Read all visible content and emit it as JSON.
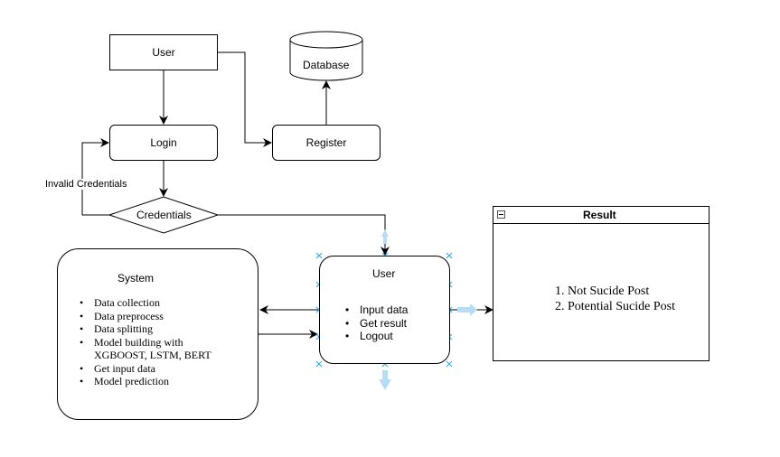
{
  "nodes": {
    "user_top": "User",
    "database": "Database",
    "login": "Login",
    "register": "Register",
    "credentials": "Credentials",
    "invalid_credentials": "Invalid Credentials",
    "system": {
      "title": "System",
      "items": [
        "Data collection",
        "Data preprocess",
        "Data splitting",
        "Model building with XGBOOST, LSTM, BERT",
        "Get input data",
        "Model prediction"
      ]
    },
    "user_panel": {
      "title": "User",
      "items": [
        "Input data",
        "Get result",
        "Logout"
      ]
    },
    "result": {
      "title": "Result",
      "items": [
        "1. Not Sucide Post",
        "2. Potential Sucide Post"
      ]
    }
  },
  "colors": {
    "line": "#000000",
    "selection": "#29a8e0",
    "selection_arrow": "#b9dcf5"
  }
}
